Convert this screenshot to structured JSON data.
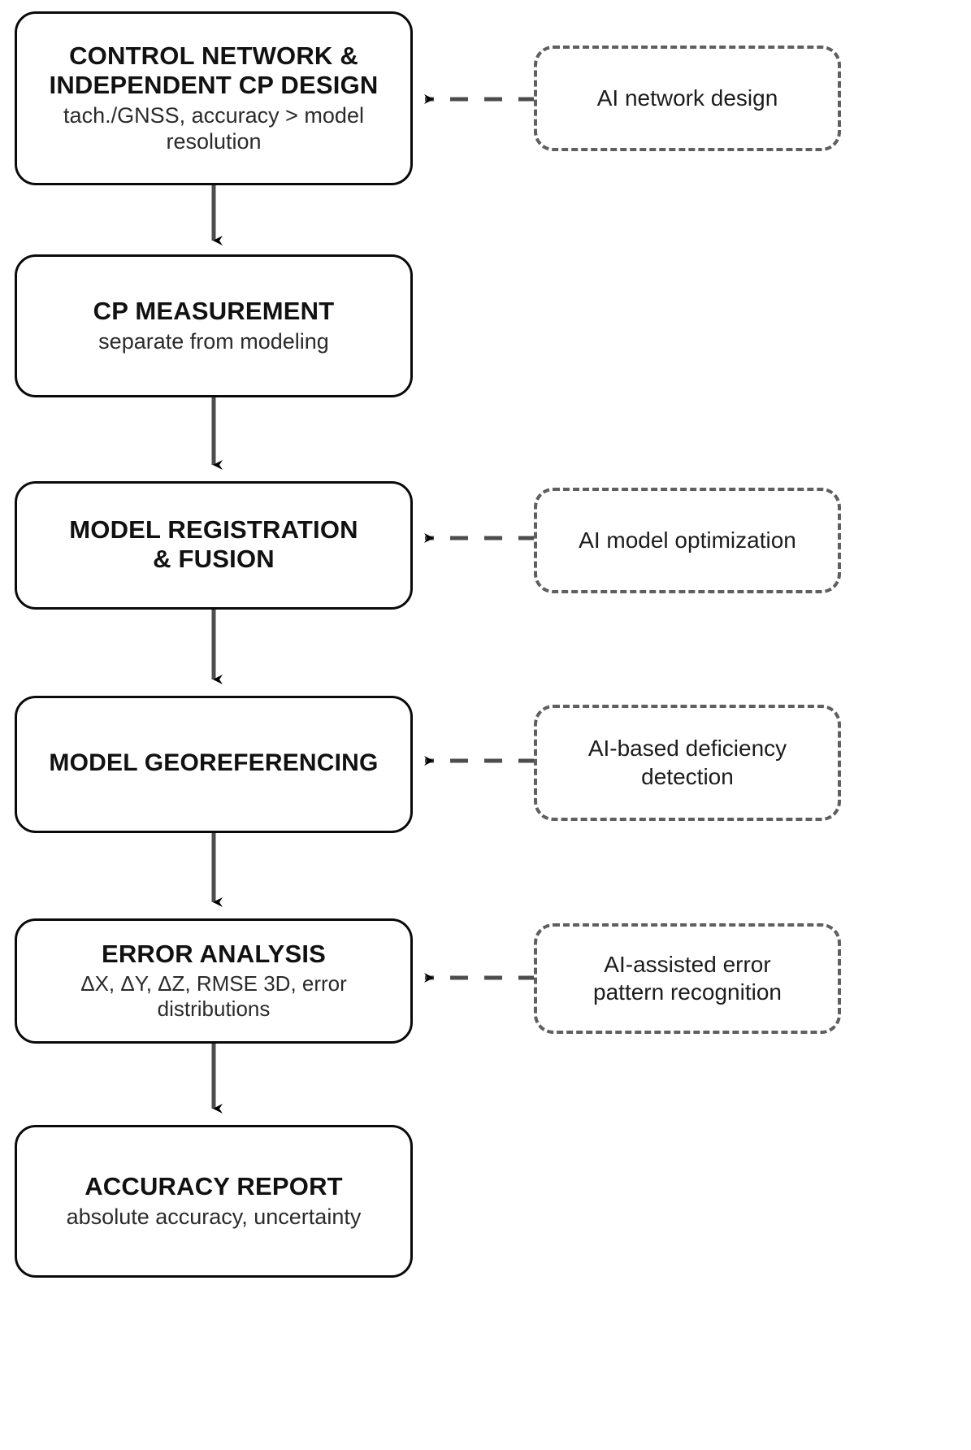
{
  "diagram": {
    "type": "flowchart",
    "orientation": "vertical",
    "colors": {
      "box_border": "#0a0a0a",
      "annotation_border": "#5f5f5f",
      "arrow_line": "#4d4d4d",
      "arrow_head": "#000000",
      "background": "#ffffff",
      "text": "#111111"
    },
    "steps": [
      {
        "id": "control-network",
        "title": "CONTROL NETWORK &\nINDEPENDENT CP DESIGN",
        "subtitle": "tach./GNSS, accuracy > model\nresolution"
      },
      {
        "id": "cp-measurement",
        "title": "CP MEASUREMENT",
        "subtitle": "separate from modeling"
      },
      {
        "id": "model-registration",
        "title": "MODEL REGISTRATION\n& FUSION",
        "subtitle": ""
      },
      {
        "id": "model-georeferencing",
        "title": "MODEL GEOREFERENCING",
        "subtitle": ""
      },
      {
        "id": "error-analysis",
        "title": "ERROR ANALYSIS",
        "subtitle": "ΔX, ΔY, ΔZ, RMSE 3D, error\ndistributions"
      },
      {
        "id": "accuracy-report",
        "title": "ACCURACY REPORT",
        "subtitle": "absolute accuracy, uncertainty"
      }
    ],
    "annotations": [
      {
        "id": "ai-network-design",
        "text": "AI network design",
        "targets": "control-network"
      },
      {
        "id": "ai-model-optimization",
        "text": "AI model optimization",
        "targets": "model-registration"
      },
      {
        "id": "ai-deficiency-detection",
        "text": "AI-based deficiency\ndetection",
        "targets": "model-georeferencing"
      },
      {
        "id": "ai-error-pattern",
        "text": "AI-assisted error\npattern recognition",
        "targets": "error-analysis"
      }
    ]
  }
}
